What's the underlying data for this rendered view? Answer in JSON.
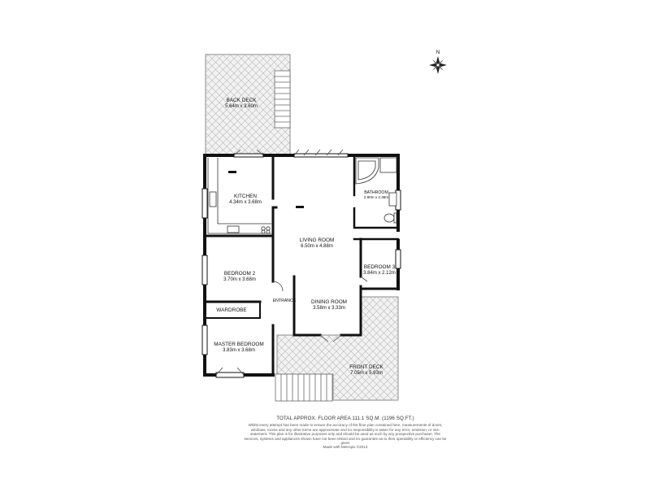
{
  "compass": {
    "north_letter": "N"
  },
  "rooms": {
    "back_deck": {
      "name": "BACK DECK",
      "dims": "5.64m x 3.60m"
    },
    "kitchen": {
      "name": "KITCHEN",
      "dims": "4.34m x 3.68m"
    },
    "bathroom": {
      "name": "BATHROOM",
      "dims": "2.90m x 2.38m"
    },
    "living_room": {
      "name": "LIVING ROOM",
      "dims": "6.50m x 4.88m"
    },
    "bedroom_2": {
      "name": "BEDROOM 2",
      "dims": "3.70m x 3.68m"
    },
    "bedroom_3": {
      "name": "BEDROOM 3",
      "dims": "3.84m x 2.12m"
    },
    "entrance": {
      "name": "ENTRANCE"
    },
    "dining_room": {
      "name": "DINING ROOM",
      "dims": "3.58m x 3.33m"
    },
    "wardrobe": {
      "name": "WARDROBE"
    },
    "master_bedroom": {
      "name": "MASTER BEDROOM",
      "dims": "3.83m x 3.68m"
    },
    "front_deck": {
      "name": "FRONT DECK",
      "dims": "7.05m x 5.93m"
    }
  },
  "footer": {
    "total_area": "TOTAL APPROX. FLOOR AREA 111.1 SQ.M. (1196 SQ.FT.)",
    "disclaimer": "Whilst every attempt has been made to ensure the accuracy of the floor plan contained here, measurements of doors, windows, rooms and any other items are approximate and no responsibility is taken for any error, omission, or mis-statement. This plan is for illustrative purposes only and should be used as such by any prospective purchaser. The services, systems and appliances shown have not been tested and no guarantee as to their operability or efficiency can be given",
    "made_with": "Made with Metropix ©2013"
  },
  "colors": {
    "wall": "#111111",
    "deck_fill": "#f2f2f2",
    "hatch": "#b5b5b5",
    "stairs": "#666666"
  }
}
